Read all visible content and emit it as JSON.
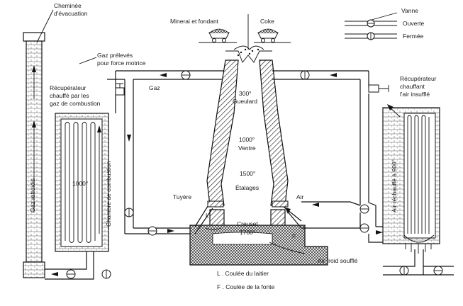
{
  "labels": {
    "chimney": [
      "Cheminée",
      "d'évacuation"
    ],
    "minerals": "Minerai et fondant",
    "coke": "Coke",
    "gas_taken": [
      "Gaz prélevés",
      "pour force motrice"
    ],
    "gaz": "Gaz",
    "recup_left": [
      "Récupérateur",
      "chauffé par les",
      "gaz de combustion"
    ],
    "recup_right": [
      "Récupérateur",
      "chauffant",
      "l'air insufflé"
    ],
    "temp_300": "300°",
    "gueulard": "Gueulard",
    "temp_1000_ventre": "1000°",
    "ventre": "Ventre",
    "temp_1500": "1500°",
    "etalages": "Étalages",
    "tuyere": "Tuyère",
    "air": "Air",
    "creuset": "Creuset",
    "temp_1700": "1700°",
    "L": "L",
    "F": "F",
    "temp_1000_chamber": "1000°",
    "chambre": "Chambre de combustion",
    "gaz_refroidis": "Gaz refroidis",
    "air_rechauffe": "Air réchauffé à 900°",
    "air_froid": "Air froid soufflé"
  },
  "legend": {
    "title": "Vanne",
    "open": "Ouverte",
    "closed": "Fermée",
    "notes": [
      "L . Coulée du laitier",
      "F . Coulée de la fonte"
    ]
  }
}
